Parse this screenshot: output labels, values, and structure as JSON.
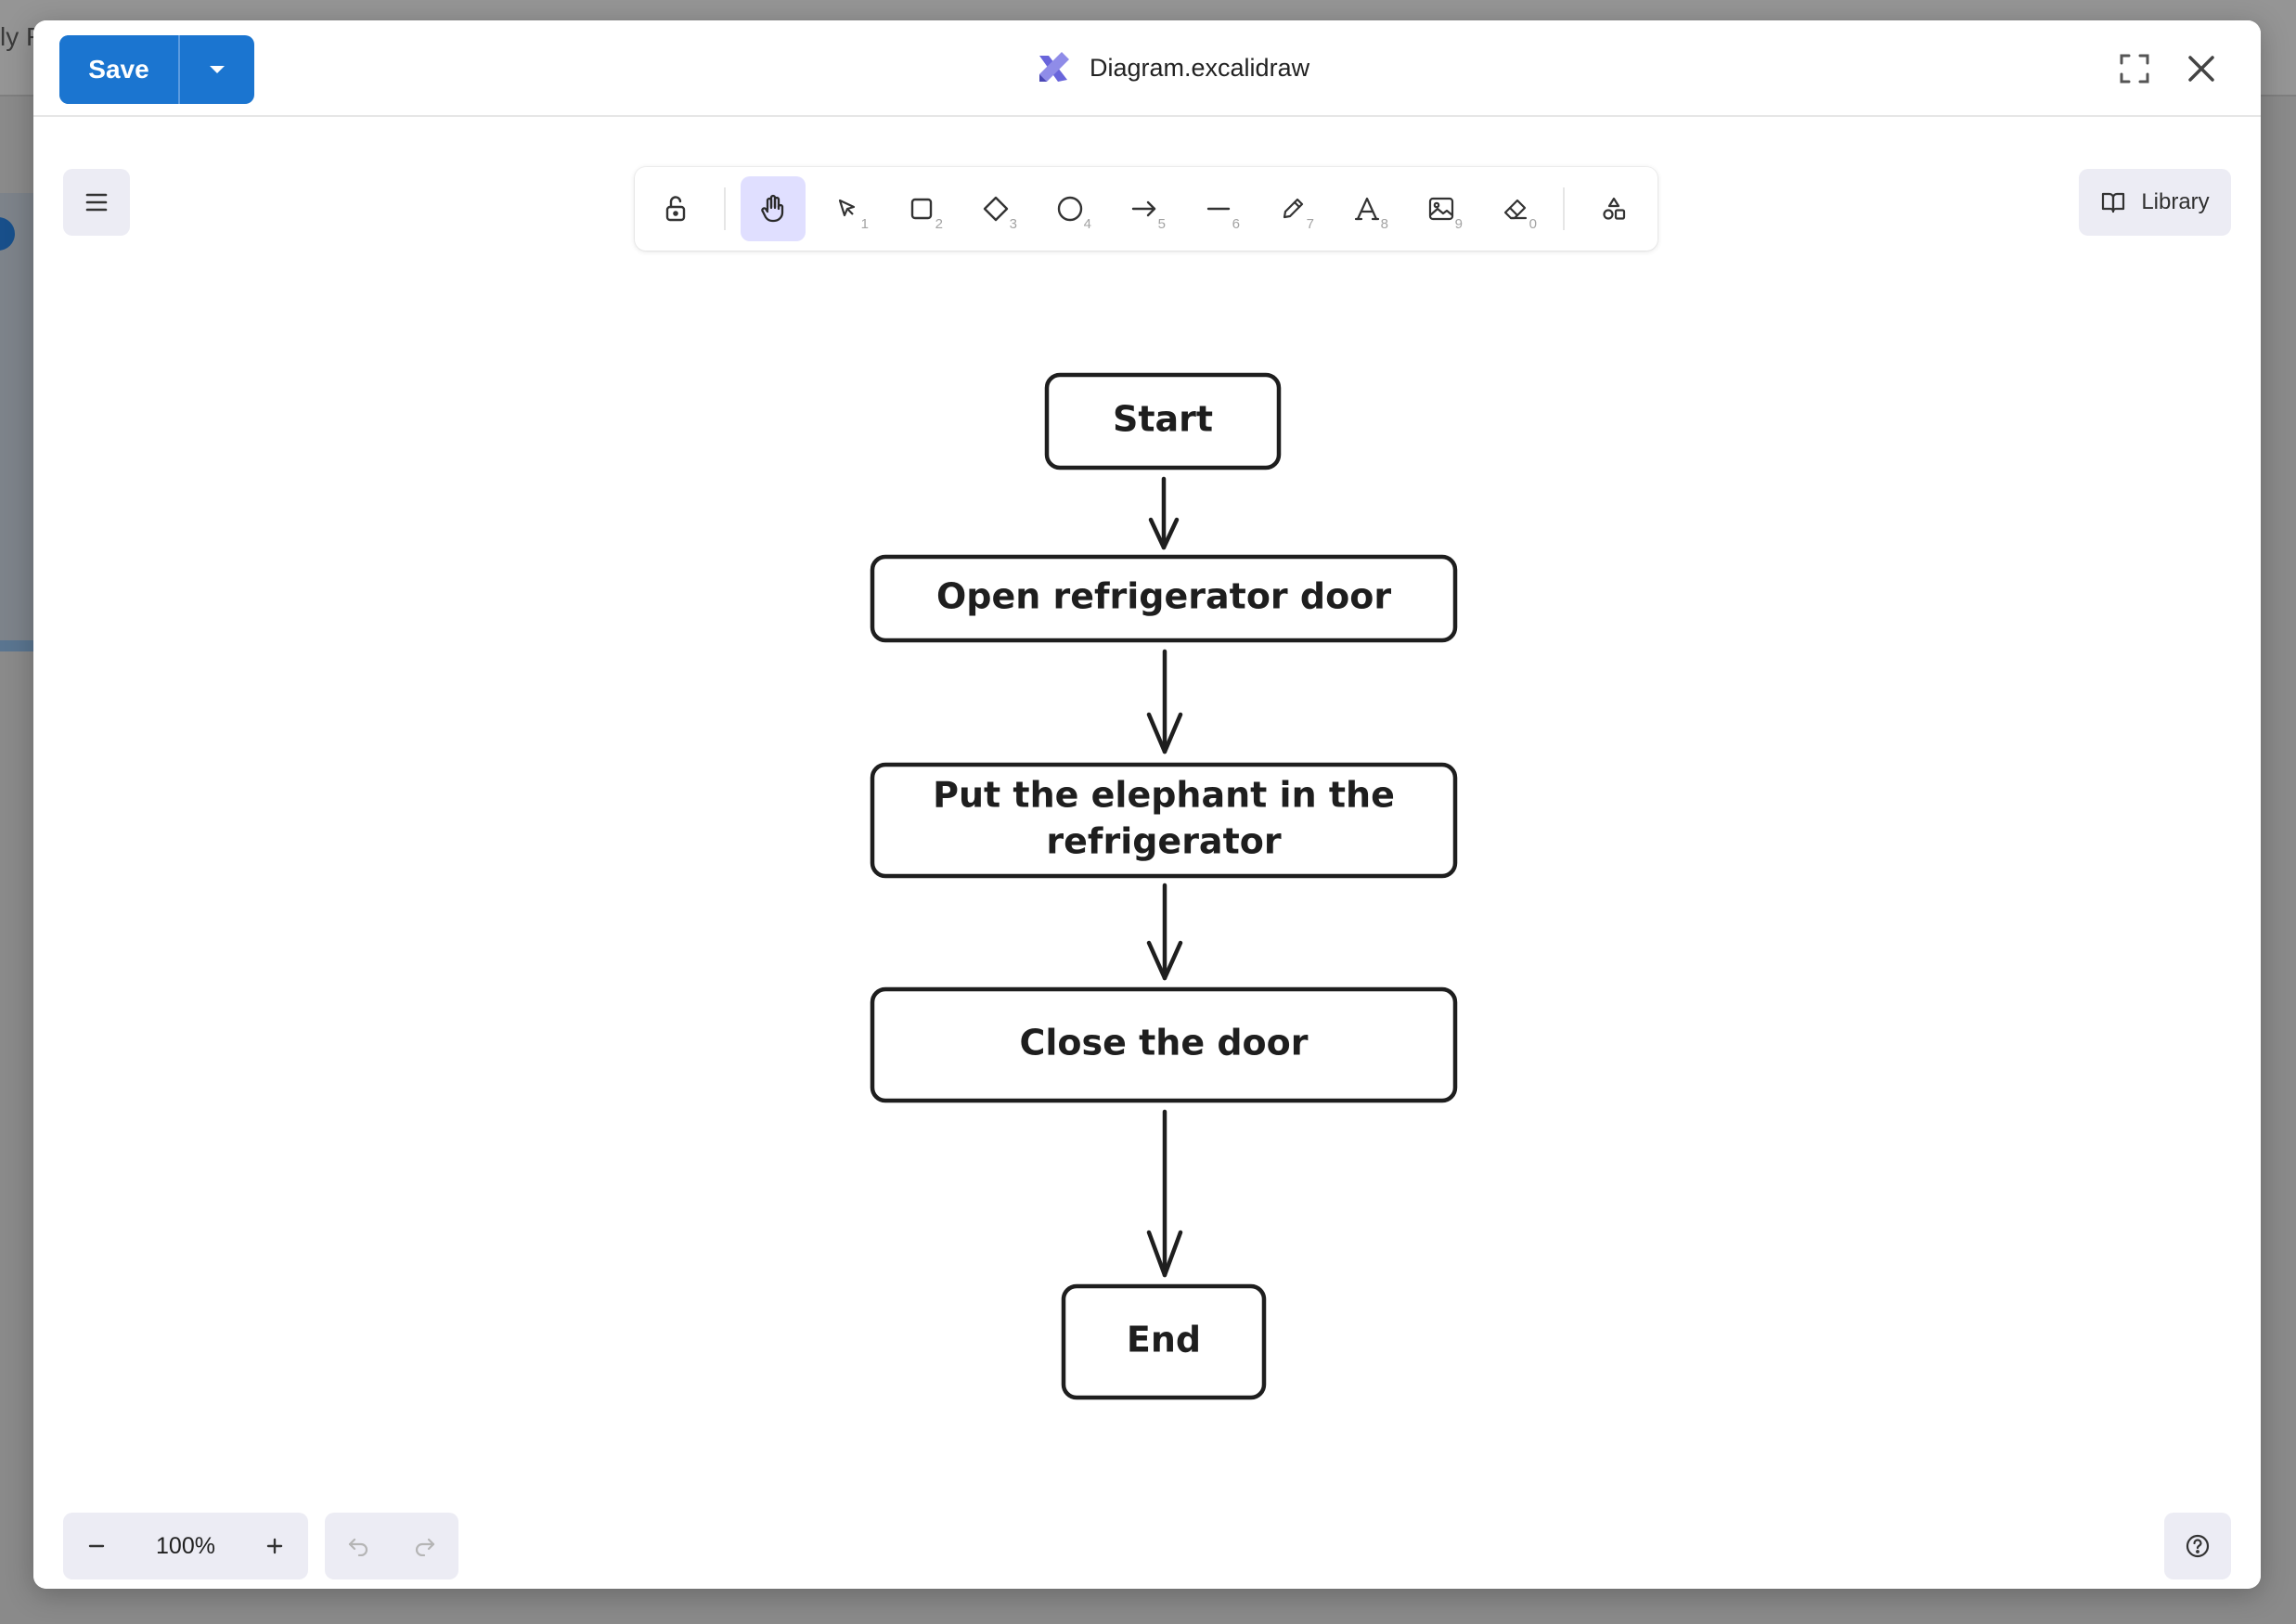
{
  "background": {
    "partial_title": "ly F"
  },
  "header": {
    "save_label": "Save",
    "file_title": "Diagram.excalidraw"
  },
  "toolbar": {
    "tools": [
      {
        "name": "lock",
        "key": ""
      },
      {
        "name": "hand",
        "key": ""
      },
      {
        "name": "selection",
        "key": "1"
      },
      {
        "name": "rectangle",
        "key": "2"
      },
      {
        "name": "diamond",
        "key": "3"
      },
      {
        "name": "ellipse",
        "key": "4"
      },
      {
        "name": "arrow",
        "key": "5"
      },
      {
        "name": "line",
        "key": "6"
      },
      {
        "name": "draw",
        "key": "7"
      },
      {
        "name": "text",
        "key": "8"
      },
      {
        "name": "image",
        "key": "9"
      },
      {
        "name": "eraser",
        "key": "0"
      },
      {
        "name": "extra-tools",
        "key": ""
      }
    ],
    "active_tool": "hand"
  },
  "library_label": "Library",
  "zoom_label": "100%",
  "diagram": {
    "nodes": [
      {
        "lines": [
          "Start"
        ]
      },
      {
        "lines": [
          "Open refrigerator door"
        ]
      },
      {
        "lines": [
          "Put the elephant in the",
          "refrigerator"
        ]
      },
      {
        "lines": [
          "Close the door"
        ]
      },
      {
        "lines": [
          "End"
        ]
      }
    ]
  },
  "colors": {
    "accent": "#1b75d0",
    "active_tool": "#e0dfff",
    "stroke": "#1e1e1e"
  }
}
